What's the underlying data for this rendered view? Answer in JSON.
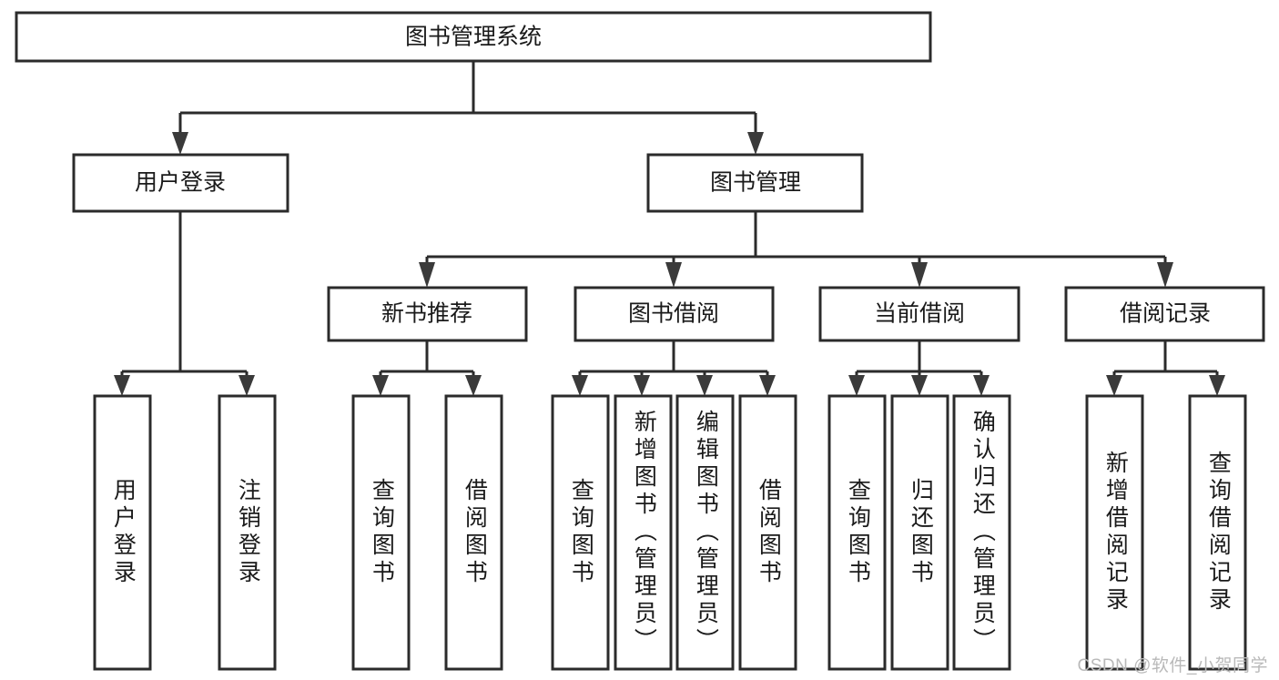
{
  "diagram": {
    "title": "图书管理系统",
    "type": "tree-hierarchy-chart",
    "watermark": "CSDN @软件_小贺同学",
    "colors": {
      "box_stroke": "#2b2b2b",
      "box_fill": "#ffffff",
      "line": "#2b2b2b",
      "arrow": "#3a3a3a",
      "text": "#1a1a1a",
      "watermark": "#b9b9b9",
      "background": "#ffffff"
    },
    "levels": {
      "root": {
        "label": "图书管理系统"
      },
      "modules": [
        {
          "label": "用户登录"
        },
        {
          "label": "图书管理"
        }
      ],
      "submodules": [
        {
          "label": "新书推荐"
        },
        {
          "label": "图书借阅"
        },
        {
          "label": "当前借阅"
        },
        {
          "label": "借阅记录"
        }
      ],
      "leaves": {
        "user_login": [
          {
            "label": "用户登录"
          },
          {
            "label": "注销登录"
          }
        ],
        "new_book_recommend": [
          {
            "label": "查询图书"
          },
          {
            "label": "借阅图书"
          }
        ],
        "book_borrow": [
          {
            "label": "查询图书"
          },
          {
            "label": "新增图书（管理员）"
          },
          {
            "label": "编辑图书（管理员）"
          },
          {
            "label": "借阅图书"
          }
        ],
        "current_borrow": [
          {
            "label": "查询图书"
          },
          {
            "label": "归还图书"
          },
          {
            "label": "确认归还（管理员）"
          }
        ],
        "borrow_record": [
          {
            "label": "新增借阅记录"
          },
          {
            "label": "查询借阅记录"
          }
        ]
      }
    }
  }
}
